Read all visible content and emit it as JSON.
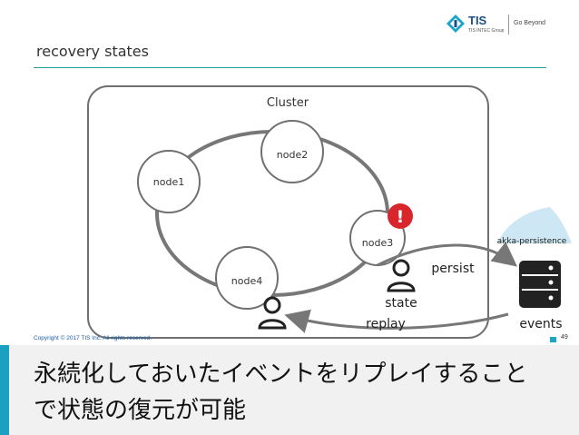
{
  "slide": {
    "title": "recovery states",
    "logo": {
      "brand": "TIS",
      "subbrand": "TIS INTEC Group",
      "tagline": "Go Beyond"
    },
    "footer": {
      "copyright": "Copyright © 2017 TIS Inc. All rights reserved.",
      "page_number": "49"
    }
  },
  "diagram": {
    "cluster_label": "Cluster",
    "nodes": [
      "node1",
      "node2",
      "node3",
      "node4"
    ],
    "alert_symbol": "!",
    "state_label": "state",
    "persist_label": "persist",
    "replay_label": "replay",
    "store_label": "akka-persistence",
    "events_label": "events"
  },
  "caption": {
    "line1": "永続化しておいたイベントをリプレイすること",
    "line2": "で状態の復元が可能"
  },
  "colors": {
    "accent": "#21a0a0",
    "brand": "#1b4f86",
    "alert": "#d9252c",
    "cloud": "#cde8f4"
  }
}
